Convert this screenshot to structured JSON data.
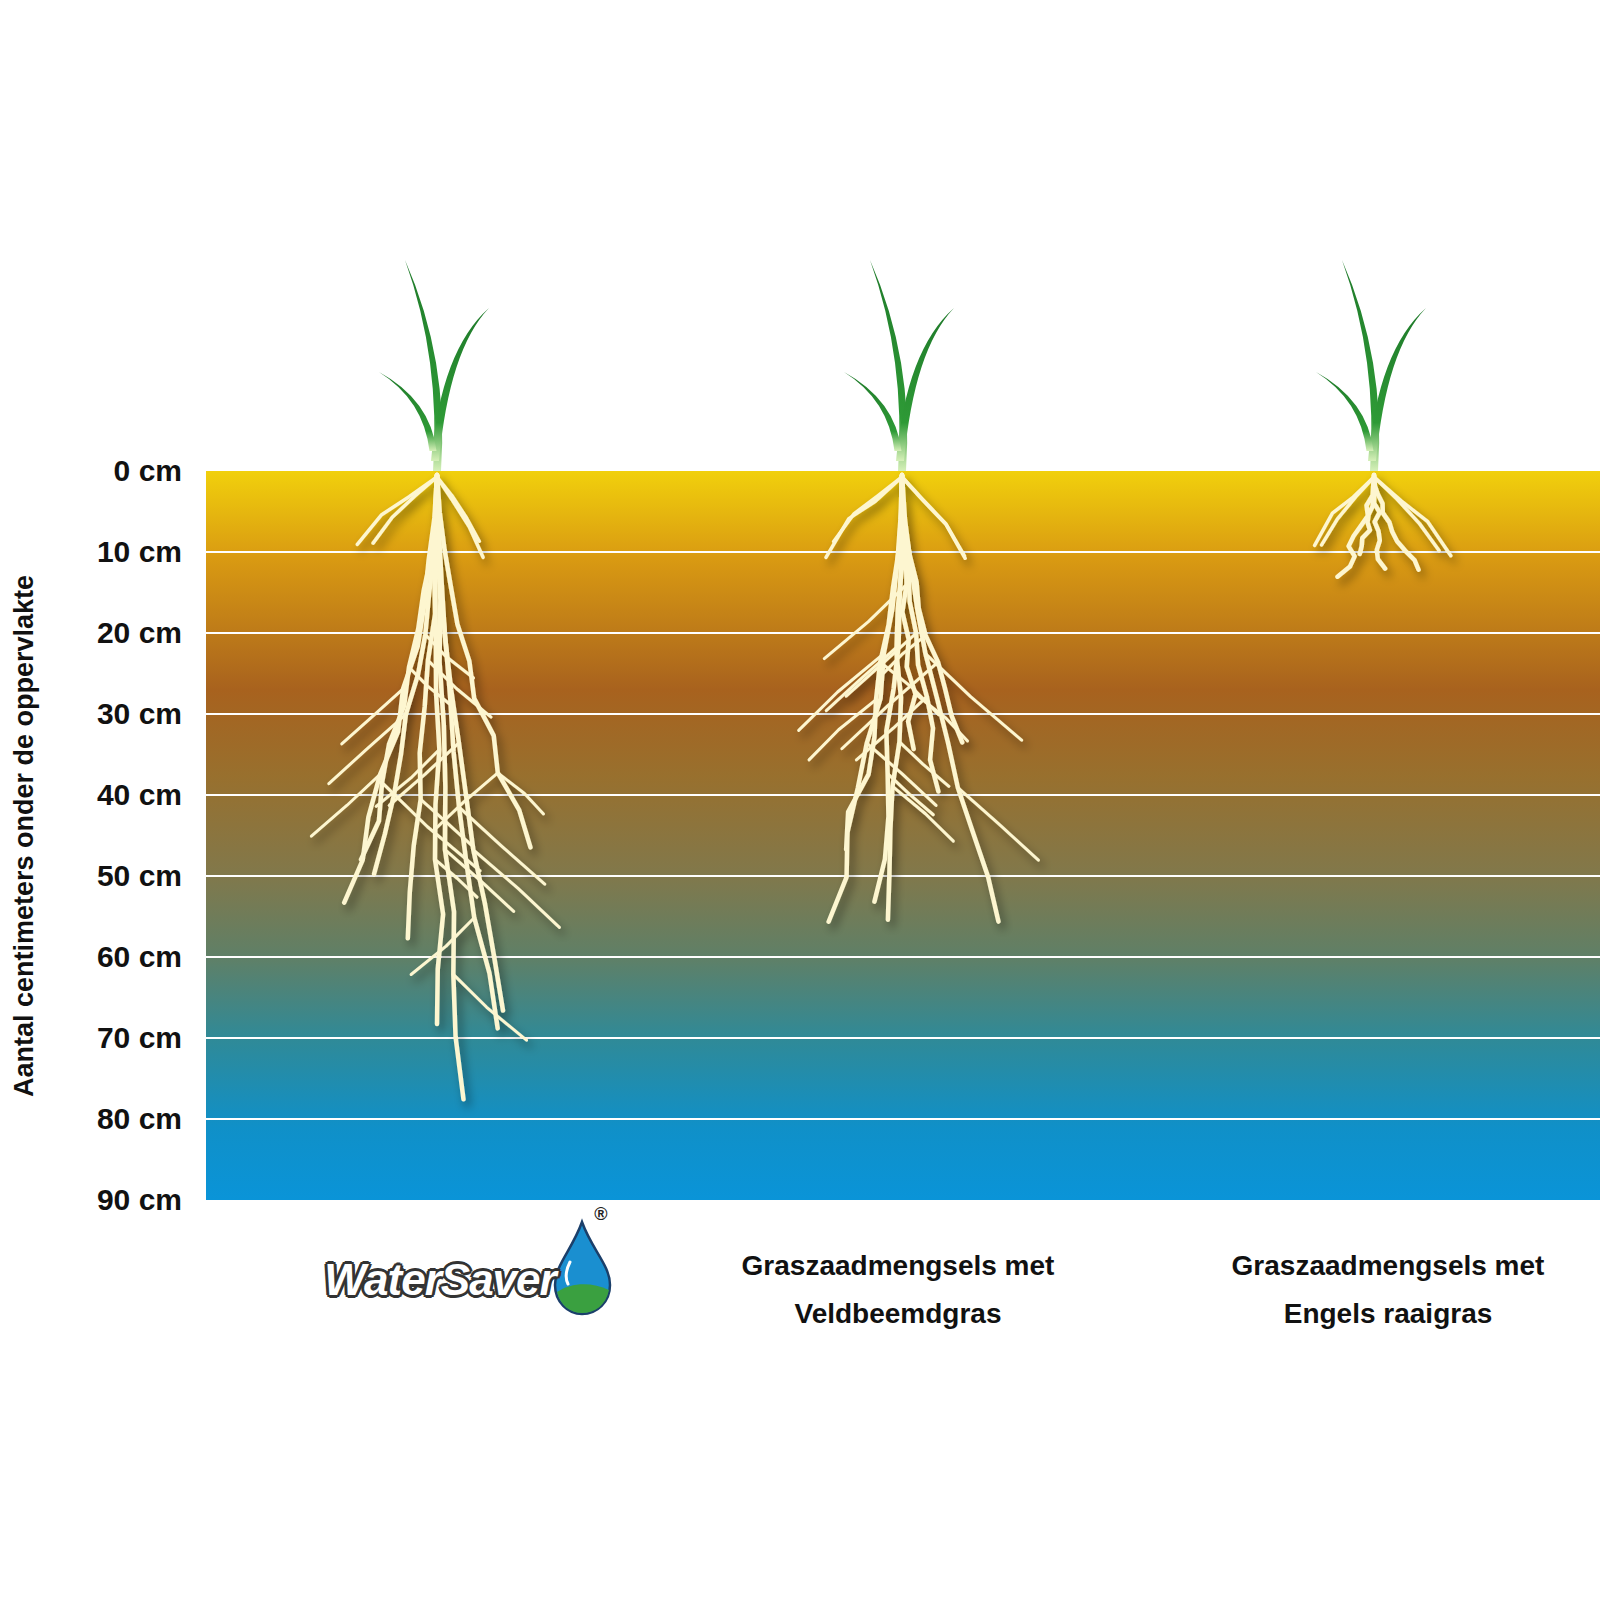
{
  "diagram": {
    "labels": [
      "0 cm",
      "10 cm",
      "20 cm",
      "30 cm",
      "40 cm",
      "50 cm",
      "60 cm",
      "70 cm",
      "80 cm",
      "90 cm",
      "Aantal centimeters onder de oppervlakte",
      "WaterSaver",
      "®",
      "Graszaadmengsels met Veldbeemdgras",
      "Graszaadmengsels met Engels raaigras"
    ]
  }
}
